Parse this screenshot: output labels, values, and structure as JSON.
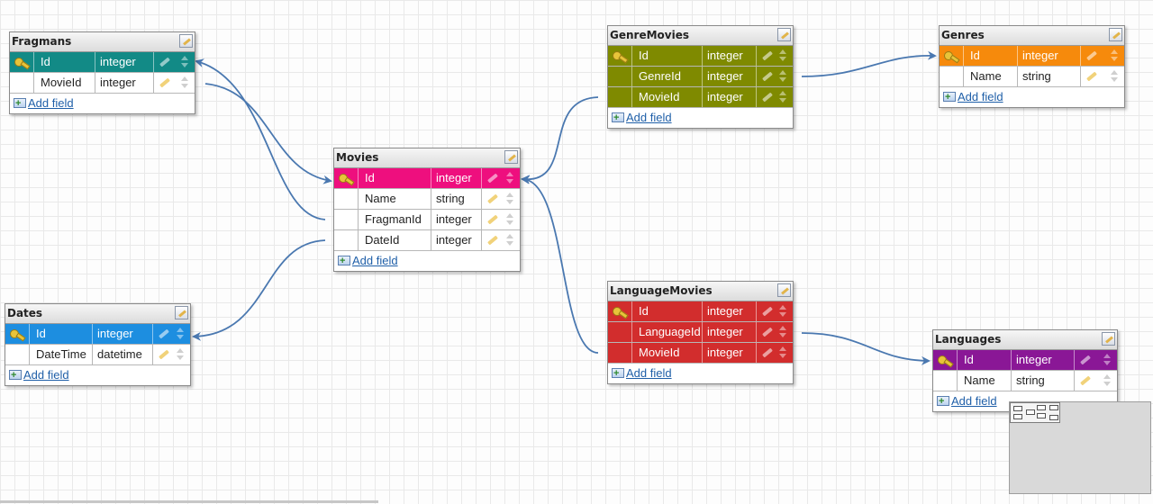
{
  "colors": {
    "fragmans": "#128a86",
    "movies": "#ee0f7e",
    "dates": "#1d8ee0",
    "genremovies": "#7f8a00",
    "genres": "#f68a0c",
    "languagemovies": "#d22d2d",
    "languages": "#8a1796",
    "link": "#4a78b0"
  },
  "add_field_label": "Add field",
  "tables": {
    "fragmans": {
      "title": "Fragmans",
      "fields": [
        {
          "name": "Id",
          "type": "integer"
        },
        {
          "name": "MovieId",
          "type": "integer"
        }
      ]
    },
    "movies": {
      "title": "Movies",
      "fields": [
        {
          "name": "Id",
          "type": "integer"
        },
        {
          "name": "Name",
          "type": "string"
        },
        {
          "name": "FragmanId",
          "type": "integer"
        },
        {
          "name": "DateId",
          "type": "integer"
        }
      ]
    },
    "dates": {
      "title": "Dates",
      "fields": [
        {
          "name": "Id",
          "type": "integer"
        },
        {
          "name": "DateTime",
          "type": "datetime"
        }
      ]
    },
    "genremovies": {
      "title": "GenreMovies",
      "fields": [
        {
          "name": "Id",
          "type": "integer"
        },
        {
          "name": "GenreId",
          "type": "integer"
        },
        {
          "name": "MovieId",
          "type": "integer"
        }
      ]
    },
    "genres": {
      "title": "Genres",
      "fields": [
        {
          "name": "Id",
          "type": "integer"
        },
        {
          "name": "Name",
          "type": "string"
        }
      ]
    },
    "languagemovies": {
      "title": "LanguageMovies",
      "fields": [
        {
          "name": "Id",
          "type": "integer"
        },
        {
          "name": "LanguageId",
          "type": "integer"
        },
        {
          "name": "MovieId",
          "type": "integer"
        }
      ]
    },
    "languages": {
      "title": "Languages",
      "fields": [
        {
          "name": "Id",
          "type": "integer"
        },
        {
          "name": "Name",
          "type": "string"
        }
      ]
    }
  }
}
